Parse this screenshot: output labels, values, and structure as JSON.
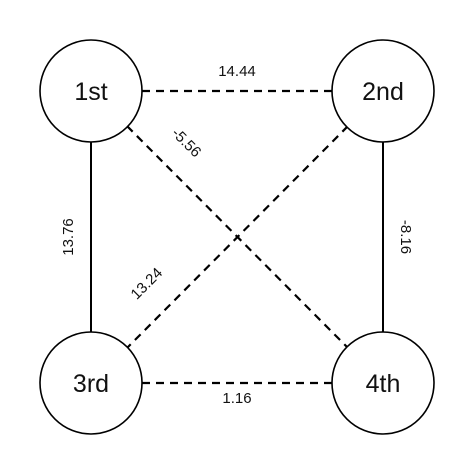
{
  "nodes": {
    "n1": {
      "label": "1st"
    },
    "n2": {
      "label": "2nd"
    },
    "n3": {
      "label": "3rd"
    },
    "n4": {
      "label": "4th"
    }
  },
  "edges": {
    "e12": {
      "from": "1st",
      "to": "2nd",
      "value": "14.44",
      "style": "dashed"
    },
    "e14": {
      "from": "1st",
      "to": "4th",
      "value": "-5.56",
      "style": "dashed"
    },
    "e13": {
      "from": "1st",
      "to": "3rd",
      "value": "13.76",
      "style": "solid"
    },
    "e24": {
      "from": "2nd",
      "to": "4th",
      "value": "-8.16",
      "style": "solid"
    },
    "e23": {
      "from": "2nd",
      "to": "3rd",
      "value": "13.24",
      "style": "dashed"
    },
    "e34": {
      "from": "3rd",
      "to": "4th",
      "value": "1.16",
      "style": "dashed"
    }
  },
  "colors": {
    "line": "#000000",
    "text": "#111111",
    "background": "#ffffff"
  }
}
